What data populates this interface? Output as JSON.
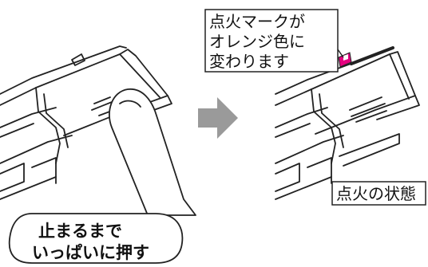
{
  "left_figure": {
    "instruction_line1": "止まるまで",
    "instruction_line2": "いっぱいに押す"
  },
  "right_figure": {
    "callout_line1": "点火マークが",
    "callout_line2": "オレンジ色に",
    "callout_line3": "変わります",
    "state_label": "点火の状態",
    "indicator_color": "#e4007f"
  },
  "arrow_color": "#9a9a9a"
}
